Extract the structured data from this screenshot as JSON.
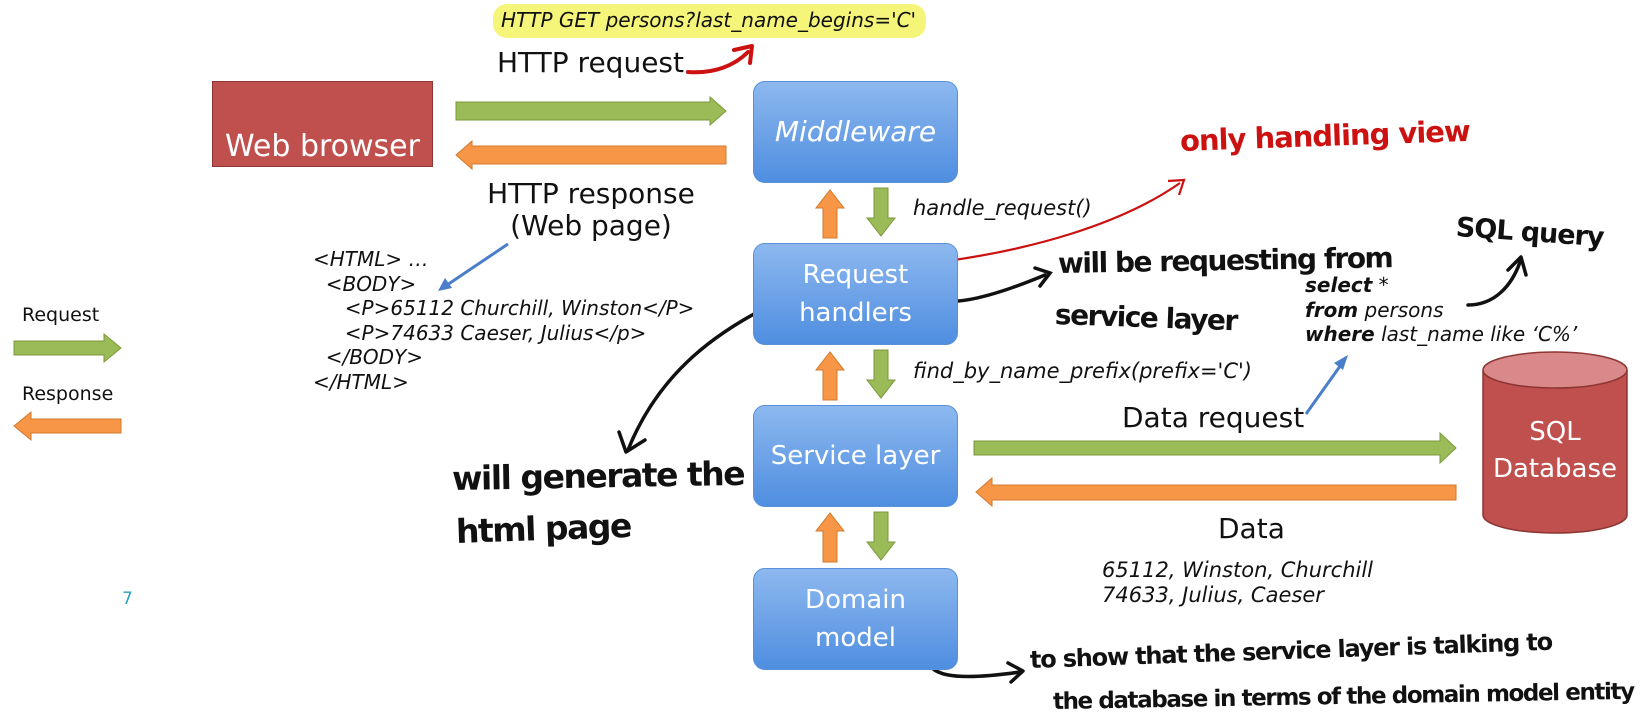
{
  "http_get": "HTTP GET persons?last_name_begins='C'",
  "http_request": "HTTP request",
  "http_response_line1": "HTTP response",
  "http_response_line2": "(Web page)",
  "web_browser": "Web browser",
  "middleware": "Middleware",
  "request_handlers_line1": "Request",
  "request_handlers_line2": "handlers",
  "service_layer": "Service layer",
  "domain_model_line1": "Domain",
  "domain_model_line2": "model",
  "sql_db_line1": "SQL",
  "sql_db_line2": "Database",
  "handle_request": "handle_request()",
  "find_by_name_prefix": "find_by_name_prefix(prefix='C')",
  "data_request": "Data request",
  "data": "Data",
  "data_rows": [
    "65112, Winston, Churchill",
    "74633, Julius, Caeser"
  ],
  "html_lines": [
    "<HTML> …",
    "  <BODY>",
    "     <P>65112 Churchill, Winston</P>",
    "     <P>74633 Caeser, Julius</p>",
    "  </BODY>",
    "</HTML>"
  ],
  "sql": {
    "kw_select": "select",
    "rest_select": " *",
    "kw_from": "from",
    "rest_from": " persons",
    "kw_where": "where",
    "rest_where": " last_name like ‘C%’"
  },
  "legend": {
    "request": "Request",
    "response": "Response"
  },
  "page_number": "7",
  "handwritten": {
    "only_handling_view": "only handling view",
    "sql_query": "SQL query",
    "will_be_requesting_line1": "will be requesting from",
    "will_be_requesting_line2": "service layer",
    "will_generate_line1": "will generate the",
    "will_generate_line2": "html page",
    "to_show_line1": "to show that the service layer is talking to",
    "to_show_line2": "the database in terms of  the domain model entity"
  },
  "colors": {
    "request_arrow": "#9bbb59",
    "response_arrow": "#f79646",
    "box_blue": "#4f8ee0",
    "box_red": "#c0504d",
    "highlight": "#f5f57a",
    "annotation_red": "#cc1111",
    "pointer_blue": "#4a7ec8"
  }
}
